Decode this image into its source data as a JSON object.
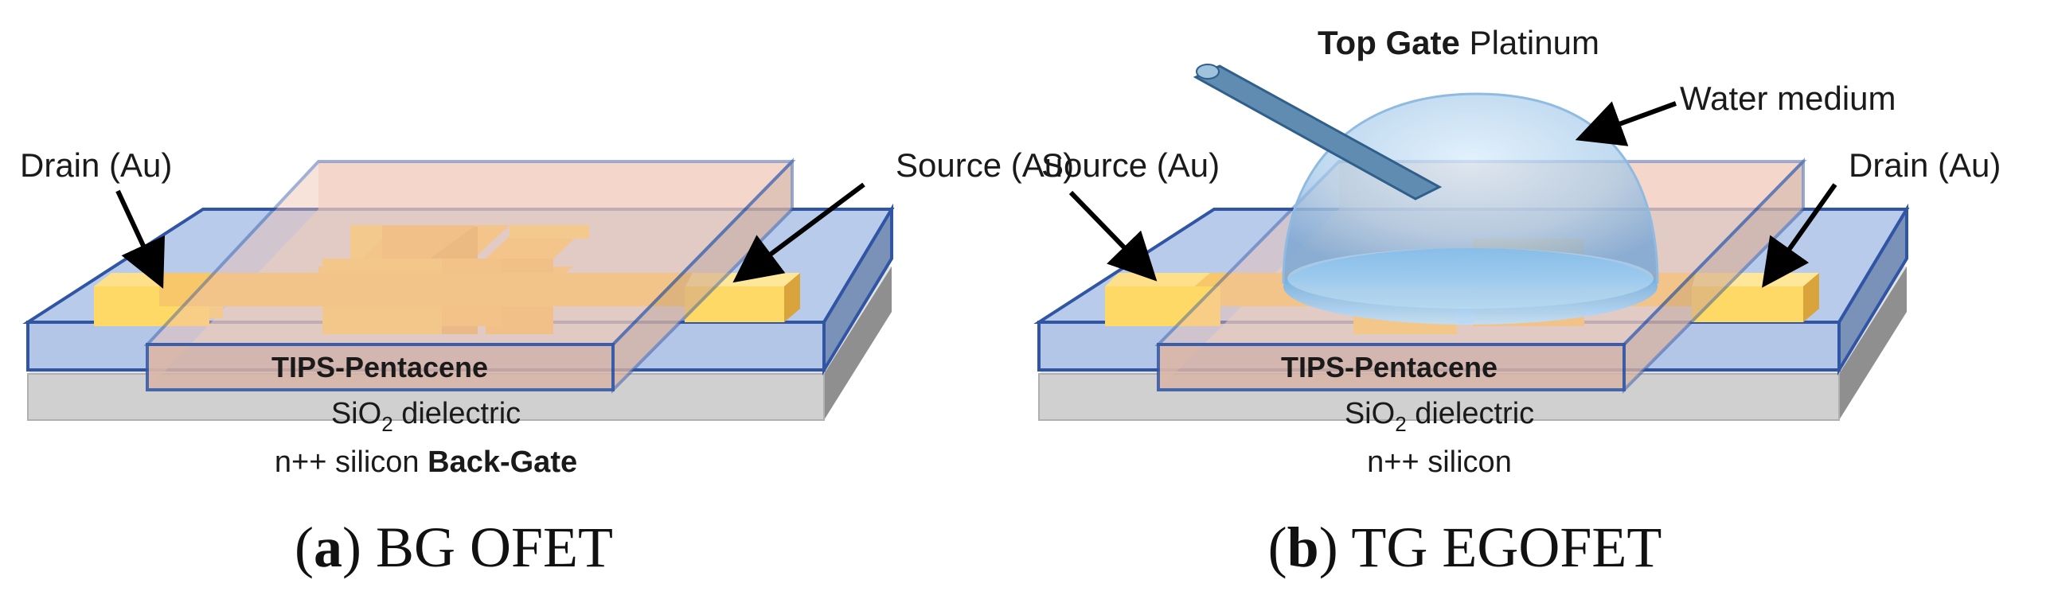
{
  "panel_a": {
    "caption_letter": "a",
    "caption_text": "BG OFET",
    "drain_label": "Drain (Au)",
    "source_label": "Source (Au)",
    "semiconductor_label": "TIPS-Pentacene",
    "dielectric_prefix": "SiO",
    "dielectric_sub": "2",
    "dielectric_suffix": " dielectric",
    "substrate_text": "n++ silicon ",
    "substrate_bold": "Back-Gate"
  },
  "panel_b": {
    "caption_letter": "b",
    "caption_text": "TG EGOFET",
    "top_gate_bold": "Top Gate",
    "top_gate_text": " Platinum",
    "water_label": "Water medium",
    "source_label": "Source (Au)",
    "drain_label": "Drain (Au)",
    "semiconductor_label": "TIPS-Pentacene",
    "dielectric_prefix": "SiO",
    "dielectric_sub": "2",
    "dielectric_suffix": " dielectric",
    "substrate_text": "n++ silicon"
  },
  "colors": {
    "dielectric": "#b4c6e7",
    "dielectric_edge": "#2f55a4",
    "silicon": "#cfcfcf",
    "gold": "#ffd966",
    "pentacene": "#e8b7a0",
    "water": "#9dc3e6"
  }
}
